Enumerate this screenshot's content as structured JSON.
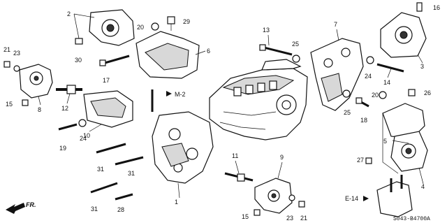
{
  "callouts": [
    {
      "key": "p1",
      "text": "1"
    },
    {
      "key": "p2",
      "text": "2"
    },
    {
      "key": "p3",
      "text": "3"
    },
    {
      "key": "p4",
      "text": "4"
    },
    {
      "key": "p5",
      "text": "5"
    },
    {
      "key": "p6",
      "text": "6"
    },
    {
      "key": "p7",
      "text": "7"
    },
    {
      "key": "p8",
      "text": "8"
    },
    {
      "key": "p9",
      "text": "9"
    },
    {
      "key": "p10",
      "text": "10"
    },
    {
      "key": "p11",
      "text": "11"
    },
    {
      "key": "p12",
      "text": "12"
    },
    {
      "key": "p13",
      "text": "13"
    },
    {
      "key": "p14",
      "text": "14"
    },
    {
      "key": "p15a",
      "text": "15"
    },
    {
      "key": "p15b",
      "text": "15"
    },
    {
      "key": "p16",
      "text": "16"
    },
    {
      "key": "p17",
      "text": "17"
    },
    {
      "key": "p18",
      "text": "18"
    },
    {
      "key": "p19",
      "text": "19"
    },
    {
      "key": "p20a",
      "text": "20"
    },
    {
      "key": "p20b",
      "text": "20"
    },
    {
      "key": "p21a",
      "text": "21"
    },
    {
      "key": "p21b",
      "text": "21"
    },
    {
      "key": "p23a",
      "text": "23"
    },
    {
      "key": "p23b",
      "text": "23"
    },
    {
      "key": "p24a",
      "text": "24"
    },
    {
      "key": "p24b",
      "text": "24"
    },
    {
      "key": "p25a",
      "text": "25"
    },
    {
      "key": "p25b",
      "text": "25"
    },
    {
      "key": "p26",
      "text": "26"
    },
    {
      "key": "p27",
      "text": "27"
    },
    {
      "key": "p28",
      "text": "28"
    },
    {
      "key": "p29",
      "text": "29"
    },
    {
      "key": "p30",
      "text": "30"
    },
    {
      "key": "p31a",
      "text": "31"
    },
    {
      "key": "p31b",
      "text": "31"
    },
    {
      "key": "p31c",
      "text": "31"
    }
  ],
  "references": {
    "m2": "M-2",
    "e14": "E-14",
    "front": "FR."
  },
  "diagram_code": "S043-B4700A",
  "colors": {
    "line": "#111111",
    "shade": "#d8d8d8",
    "background": "#ffffff"
  }
}
